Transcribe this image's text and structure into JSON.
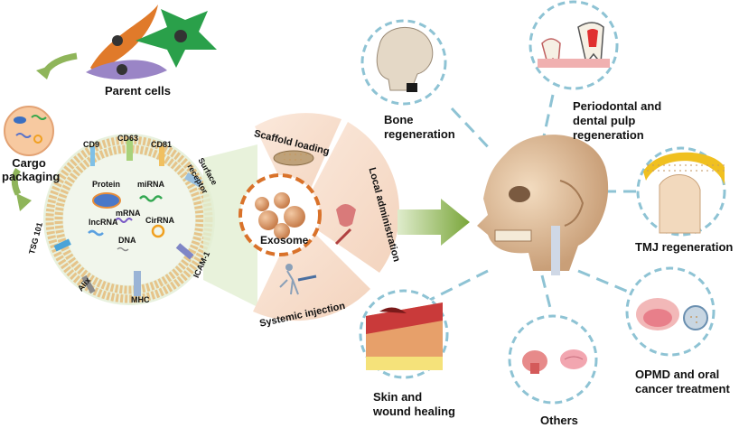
{
  "left": {
    "parent_cells": "Parent cells",
    "cargo_packaging_line1": "Cargo",
    "cargo_packaging_line2": "packaging",
    "markers": {
      "cd9": "CD9",
      "cd63": "CD63",
      "cd81": "CD81",
      "surface_receptor_line1": "Surface",
      "surface_receptor_line2": "receptor",
      "tsg101": "TSG 101",
      "alix": "Alix",
      "mhc": "MHC",
      "icam1": "ICAM-1"
    },
    "cargo": {
      "protein": "Protein",
      "mirna_top": "miRNA",
      "mrna": "mRNA",
      "lncrna": "lncRNA",
      "circrna": "CirRNA",
      "dna": "DNA"
    }
  },
  "center": {
    "exosome": "Exosome",
    "scaffold_loading": "Scaffold loading",
    "local_administration": "Local administration",
    "systemic_injection": "Systemic injection"
  },
  "right": {
    "bone_regeneration_line1": "Bone",
    "bone_regeneration_line2": "regeneration",
    "periodontal_line1": "Periodontal and",
    "periodontal_line2": "dental pulp",
    "periodontal_line3": "regeneration",
    "tmj": "TMJ regeneration",
    "opmd_line1": "OPMD and oral",
    "opmd_line2": "cancer treatment",
    "others": "Others",
    "skin_line1": "Skin and",
    "skin_line2": "wound healing"
  },
  "colors": {
    "dashed_line": "#8ec3d4",
    "arrow_green": "#7aa63a",
    "exosome_ring": "#d9722a",
    "membrane": "#e6c48a",
    "halo": "#e8f3d8"
  }
}
